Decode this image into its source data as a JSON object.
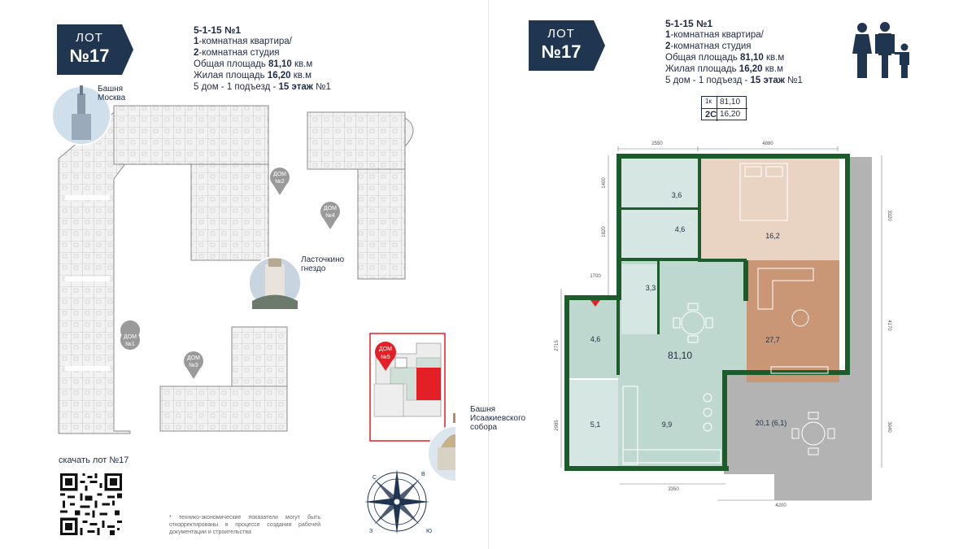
{
  "lot": {
    "word": "ЛОТ",
    "number": "№17"
  },
  "apartment": {
    "code": "5-1-15 №1",
    "line1_num": "1",
    "line1_text": "-комнатная квартира/",
    "line2_num": "2",
    "line2_text": "-комнатная студия",
    "total_label": "Общая площадь ",
    "total_value": "81,10",
    "total_unit": " кв.м",
    "living_label": "Жилая площадь ",
    "living_value": "16,20",
    "living_unit": " кв.м",
    "location_prefix": "5 дом - 1 подъезд - ",
    "location_floor": "15 этаж",
    "location_suffix": " №1"
  },
  "landmarks": {
    "moscow_tower": "Башня Москва",
    "swallow_nest": "Ласточкино гнездо",
    "isaac_tower": "Башня Исаакиевского собора"
  },
  "houses": {
    "marker_word": "ДОМ",
    "house1": "№1",
    "house2": "№2",
    "house3": "№3",
    "house4": "№4",
    "house5": "№5"
  },
  "compass": {
    "n": "С",
    "e": "В",
    "s": "Ю",
    "w": "З"
  },
  "download": "скачать лот №17",
  "footnote": "* технико-экономические показатели могут быть откорректированы в процессе создания рабочей документации и строительства",
  "legend": {
    "rooms_1": "1к",
    "area_total": "81,10",
    "rooms_2": "2С",
    "area_living": "16,20"
  },
  "rooms": {
    "bath_top": "3,6",
    "bath2": "4,6",
    "bedroom": "16,2",
    "laundry": "3,3",
    "hall": "4,6",
    "total": "81,10",
    "living": "27,7",
    "closet": "5,1",
    "kitchen": "9,9",
    "terrace": "20,1 (6,1)"
  },
  "dimensions": {
    "top_left": "2550",
    "top_right": "4880",
    "left_1": "1400",
    "left_2": "1820",
    "left_3": "2715",
    "left_4": "2985",
    "right_1": "3320",
    "right_2": "4170",
    "right_3": "3040",
    "entry": "1700",
    "bottom_1": "3350",
    "bottom_2": "4200"
  },
  "colors": {
    "navy": "#1f3550",
    "wall": "#1b5c2a",
    "wet": "#d6e6e2",
    "common": "#bfd8cf",
    "bedroom": "#e9d4c4",
    "living": "#c99676",
    "terrace": "#b3b3b3",
    "highlight": "#e41f25"
  }
}
